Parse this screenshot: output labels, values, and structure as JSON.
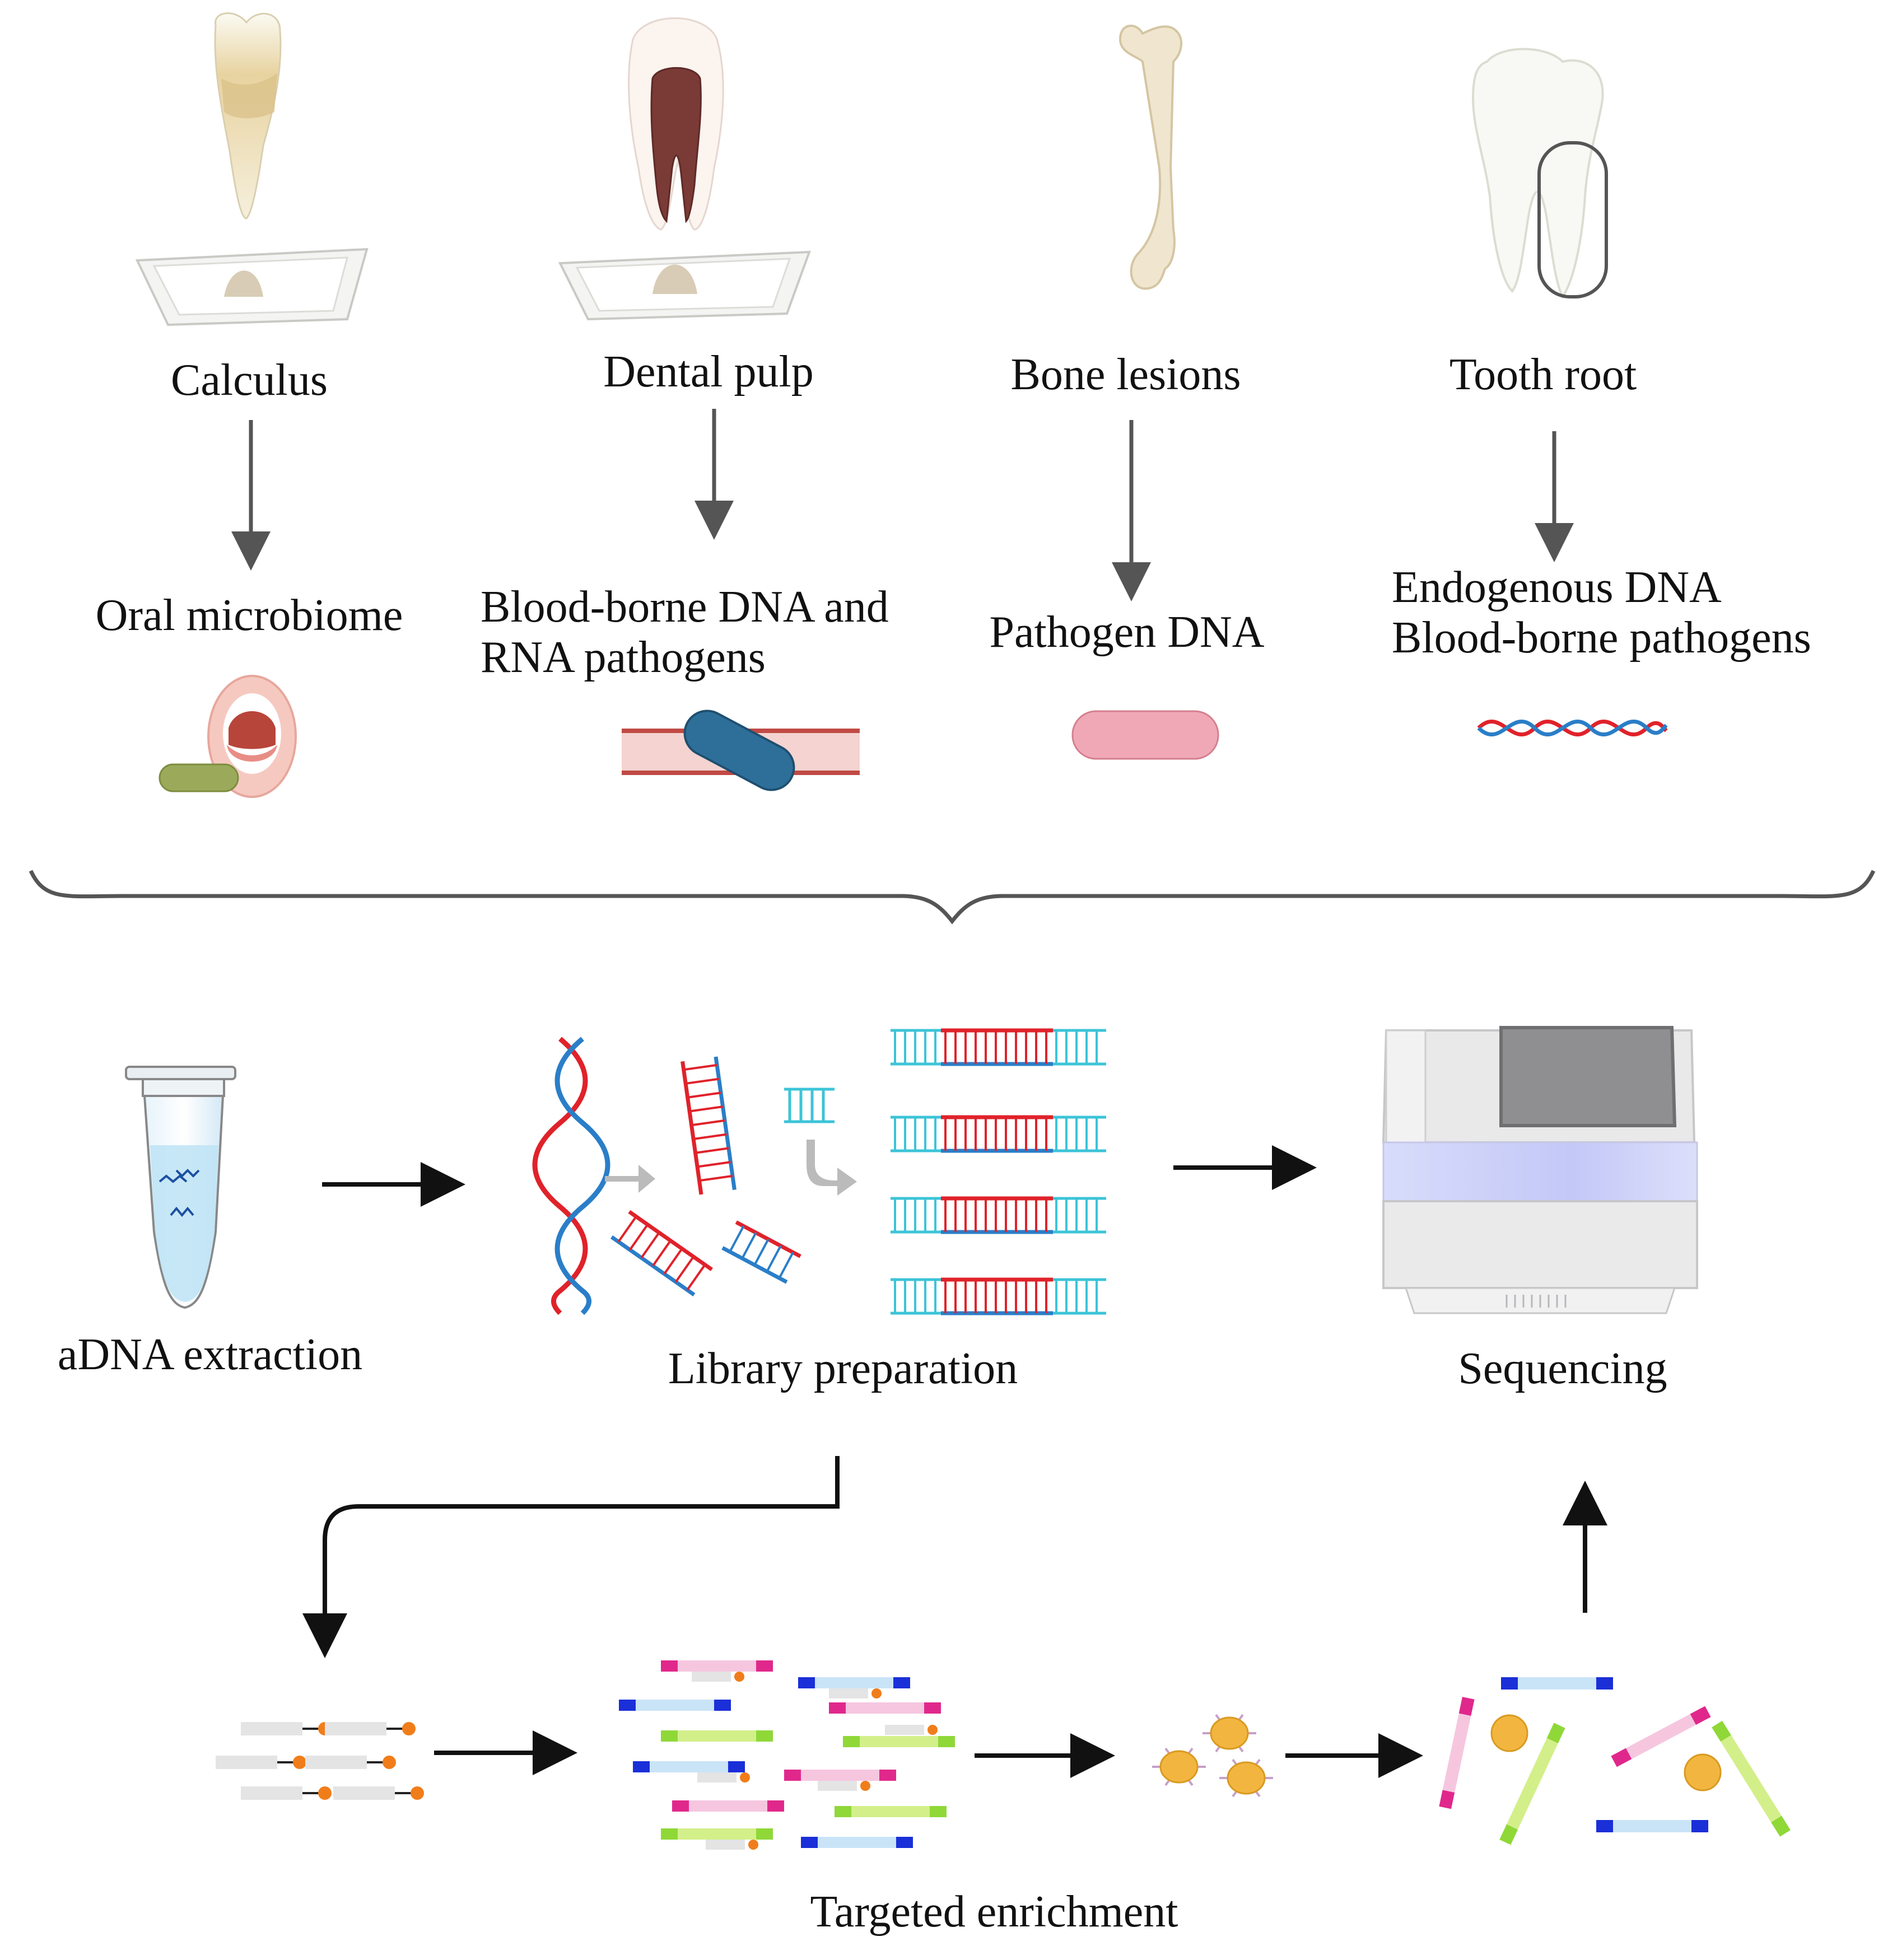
{
  "samples": [
    {
      "name": "Calculus",
      "result": "Oral microbiome"
    },
    {
      "name": "Dental pulp",
      "result": "Blood-borne DNA and RNA pathogens",
      "result_lines": [
        "Blood-borne DNA and",
        "RNA pathogens"
      ]
    },
    {
      "name": "Bone lesions",
      "result": "Pathogen DNA"
    },
    {
      "name": "Tooth root",
      "result": "Endogenous DNA Blood-borne pathogens",
      "result_lines": [
        "Endogenous DNA",
        "Blood-borne pathogens"
      ]
    }
  ],
  "workflow": {
    "extraction": "aDNA extraction",
    "library": "Library preparation",
    "sequencing": "Sequencing",
    "enrichment": "Targeted enrichment"
  },
  "colors": {
    "dna_red": "#e0222a",
    "dna_blue": "#2a7ec8",
    "adapter_cyan": "#3cc4d8",
    "arrow": "#111111",
    "gray_arrow": "#555555",
    "bead": "#f2b640",
    "pink_bait": "#ee8fc4",
    "blue_bait": "#1a2fd8",
    "green_bait": "#8fd838",
    "magenta": "#e0288c"
  }
}
